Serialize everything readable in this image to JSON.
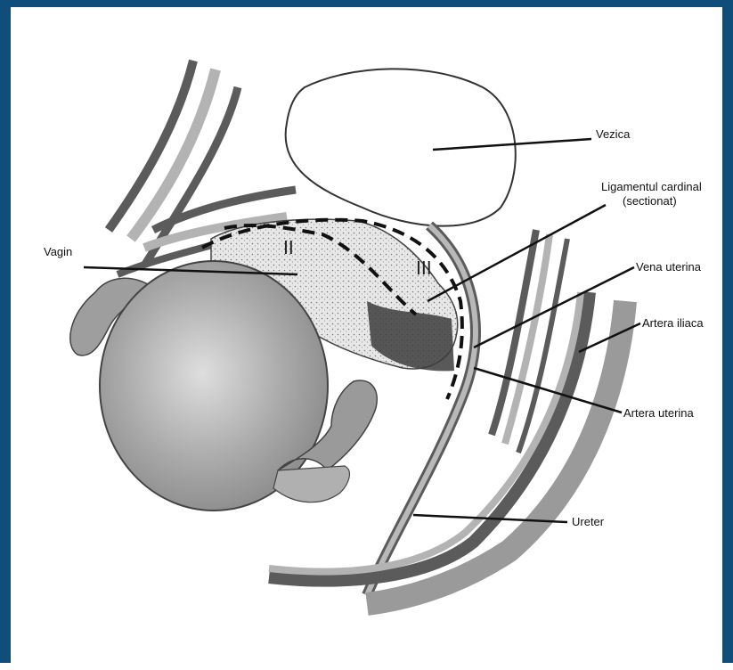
{
  "labels": {
    "vezica": "Vezica",
    "ligament_line1": "Ligamentul cardinal",
    "ligament_line2": "(sectionat)",
    "vagin": "Vagin",
    "vena_uterina": "Vena uterina",
    "artera_iliaca": "Artera iliaca",
    "artera_uterina": "Artera uterina",
    "ureter": "Ureter"
  },
  "resection_markers": {
    "level_2": "II",
    "level_3": "III"
  },
  "colors": {
    "border": "#0f4d7a",
    "dark_vessel": "#5b5b5b",
    "light_vessel": "#b3b3b3",
    "dashed_line": "#111111"
  }
}
